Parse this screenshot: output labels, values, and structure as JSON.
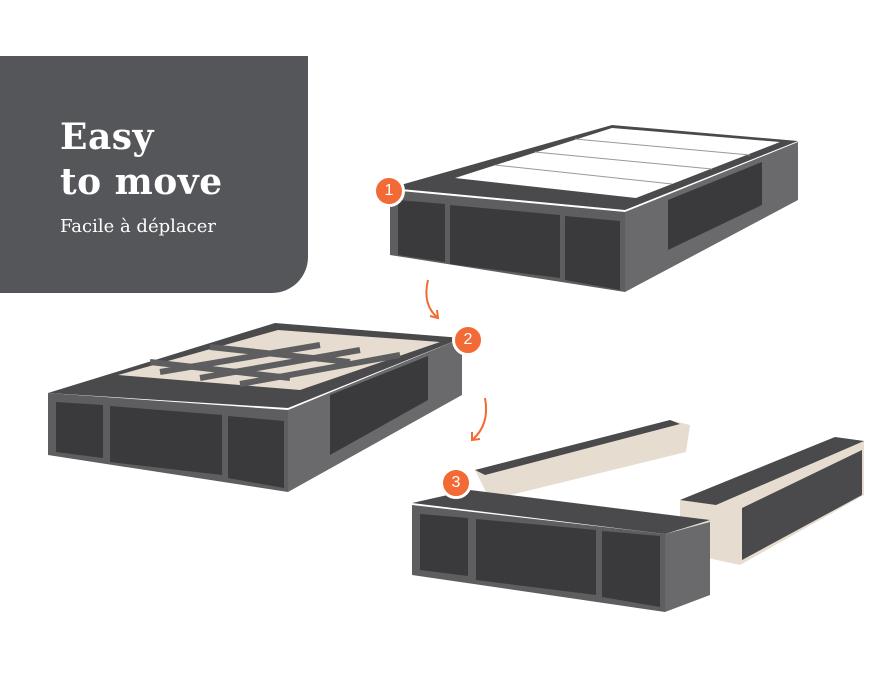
{
  "headline": {
    "line1": "Easy",
    "line2": "to move",
    "subtitle": "Facile à déplacer"
  },
  "steps": [
    "1",
    "2",
    "3"
  ],
  "colors": {
    "panel": "#55565a",
    "accent": "#f26a35",
    "frame": "#4a4a4c",
    "panel_wood": "#e6ddd0"
  }
}
